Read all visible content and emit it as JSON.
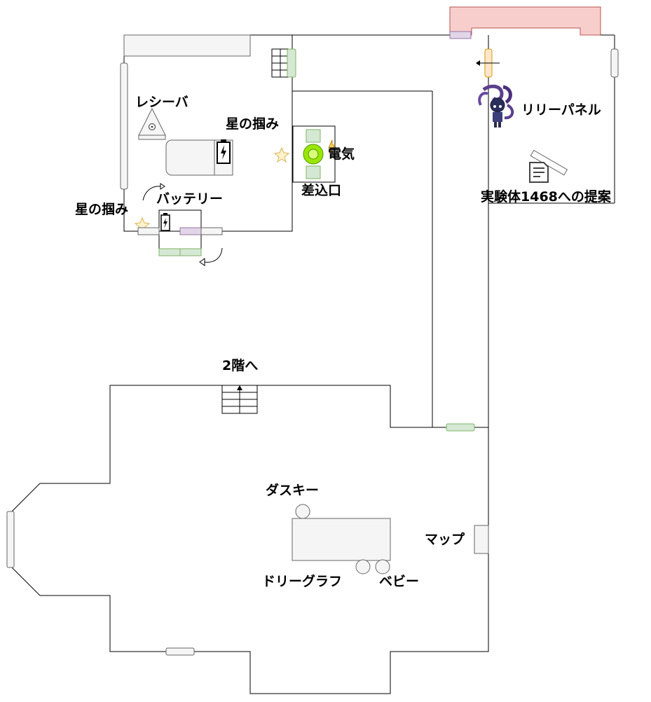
{
  "labels": {
    "receiver": "レシーバ",
    "star_grip_1": "星の掴み",
    "star_grip_2": "星の掴み",
    "electricity": "電気",
    "outlet": "差込口",
    "battery": "バッテリー",
    "lily_panel": "リリーパネル",
    "proposal": "実験体1468への提案",
    "to_2f": "2階へ",
    "dusky": "ダスキー",
    "map": "マップ",
    "dolly_graph": "ドリーグラフ",
    "baby": "ベビー"
  },
  "colors": {
    "door_green": "#d5e8d4",
    "door_gray": "#f5f5f5",
    "door_purple": "#e1d5e7",
    "door_orange": "#ffe6cc",
    "red_block": "#f8cecc",
    "star": "#fff2cc",
    "outlet_center": "#9ae600"
  },
  "icons": [
    "arrow-left-icon",
    "battery-icon",
    "star-icon",
    "note-icon",
    "stairs-icon",
    "curved-arrow-icon",
    "character-sprite-icon"
  ]
}
